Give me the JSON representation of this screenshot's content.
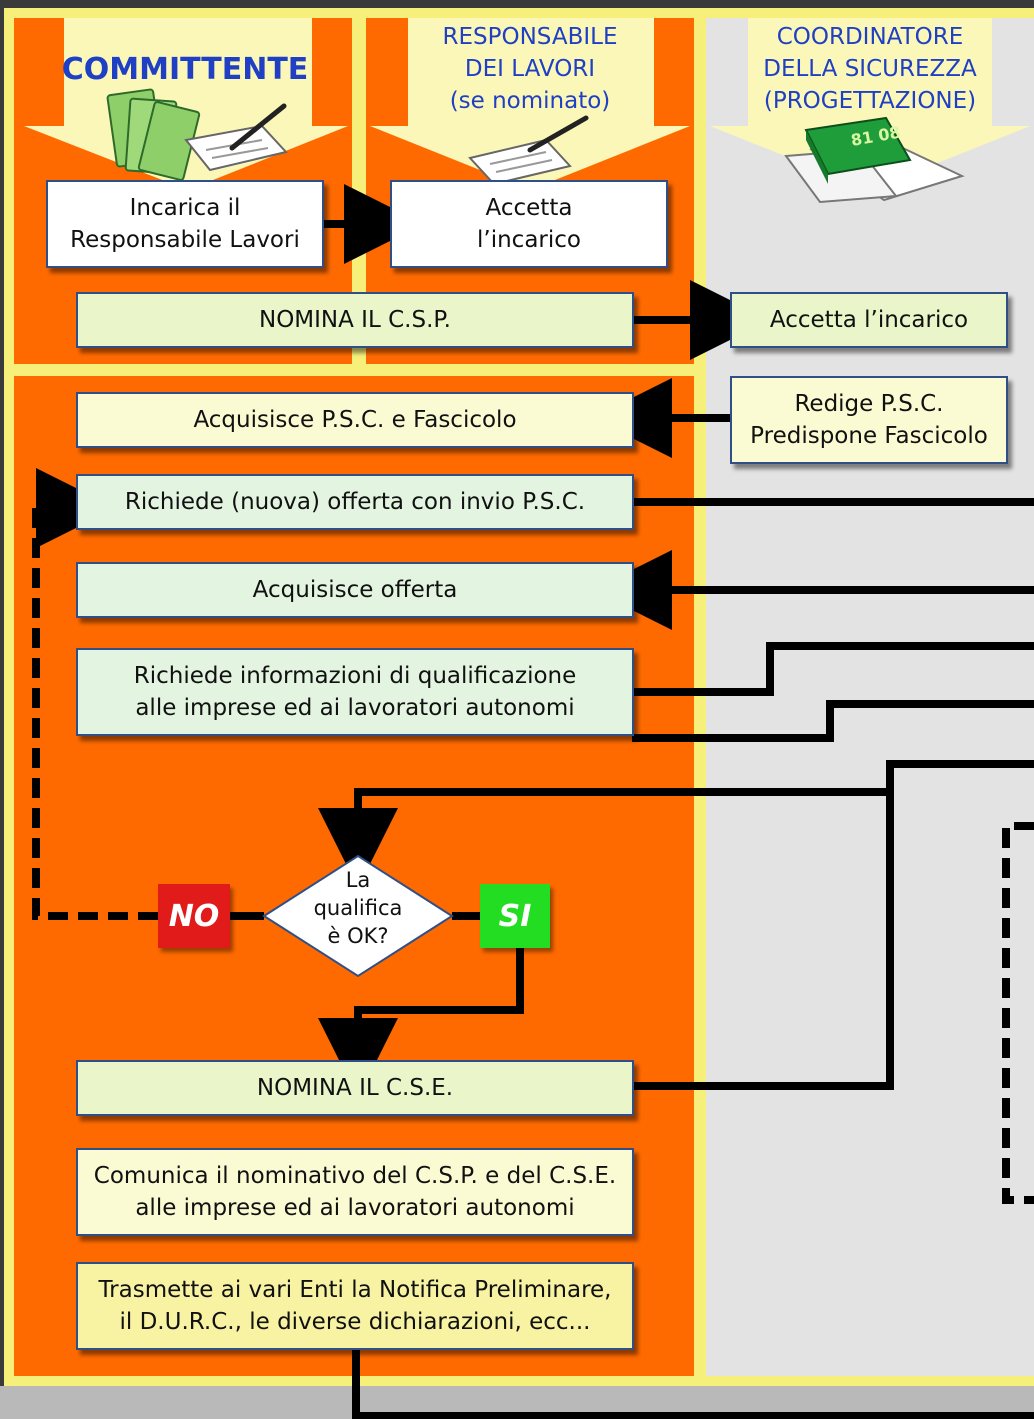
{
  "headers": {
    "committente": "COMMITTENTE",
    "responsabile": [
      "RESPONSABILE",
      "DEI LAVORI",
      "(se nominato)"
    ],
    "coordinatore": [
      "COORDINATORE",
      "DELLA SICUREZZA",
      "(PROGETTAZIONE)"
    ]
  },
  "boxes": {
    "incarica": [
      "Incarica il",
      "Responsabile Lavori"
    ],
    "accetta_incarico_rl": [
      "Accetta",
      "l’incarico"
    ],
    "nomina_csp": [
      "NOMINA IL C.S.P."
    ],
    "accetta_incarico_csp": [
      "Accetta l’incarico"
    ],
    "acquisisce_psc": [
      "Acquisisce P.S.C. e Fascicolo"
    ],
    "redige_psc": [
      "Redige P.S.C.",
      "Predispone Fascicolo"
    ],
    "richiede_offerta": [
      "Richiede (nuova) offerta con invio P.S.C."
    ],
    "acquisisce_offerta": [
      "Acquisisce offerta"
    ],
    "richiede_info": [
      "Richiede informazioni di qualificazione",
      "alle imprese ed ai lavoratori autonomi"
    ],
    "nomina_cse": [
      "NOMINA IL C.S.E."
    ],
    "comunica": [
      "Comunica il nominativo del C.S.P. e del C.S.E.",
      "alle imprese ed ai lavoratori autonomi"
    ],
    "trasmette": [
      "Trasmette ai vari Enti la Notifica Preliminare,",
      "il D.U.R.C., le diverse dichiarazioni, ecc..."
    ]
  },
  "decision": [
    "La",
    "qualifica",
    "è OK?"
  ],
  "tags": {
    "no": "NO",
    "si": "SI"
  },
  "book_label": "81 08",
  "colors": {
    "orange": "#ff6a00",
    "grey_panel": "#e3e3e3",
    "yellow_border": "#f6f07a",
    "header_blue": "#1f3fc4",
    "no_red": "#e11a1a",
    "si_green": "#22dd22"
  }
}
